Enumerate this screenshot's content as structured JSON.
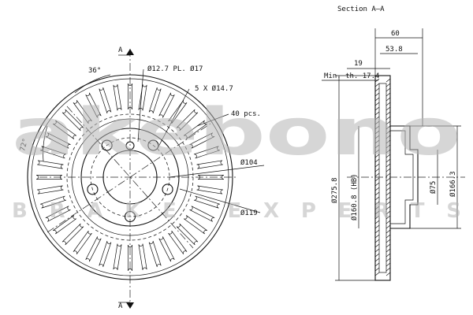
{
  "section_title": "Section A–A",
  "cut_label_top": "A",
  "cut_label_bottom": "A",
  "front_view": {
    "angle_36": "36°",
    "angle_72": "72°",
    "centre_hole": "Ø12.7 PL. Ø17",
    "bolt_holes": "5 X Ø14.7",
    "vane_count": "40 pcs.",
    "pcd": "Ø104",
    "hub_dia": "Ø119"
  },
  "section_view": {
    "overall_width": "60",
    "hat_height": "53.8",
    "disc_thickness": "19",
    "min_thickness": "Min. th. 17.4",
    "outer_dia": "Ø275.8",
    "centre_bore": "Ø160.8 (HB)",
    "hub_bore": "Ø75",
    "hat_dia": "Ø166.3"
  },
  "watermark": {
    "brand": "akebono",
    "tagline": "BRAKE EXPERTS"
  }
}
